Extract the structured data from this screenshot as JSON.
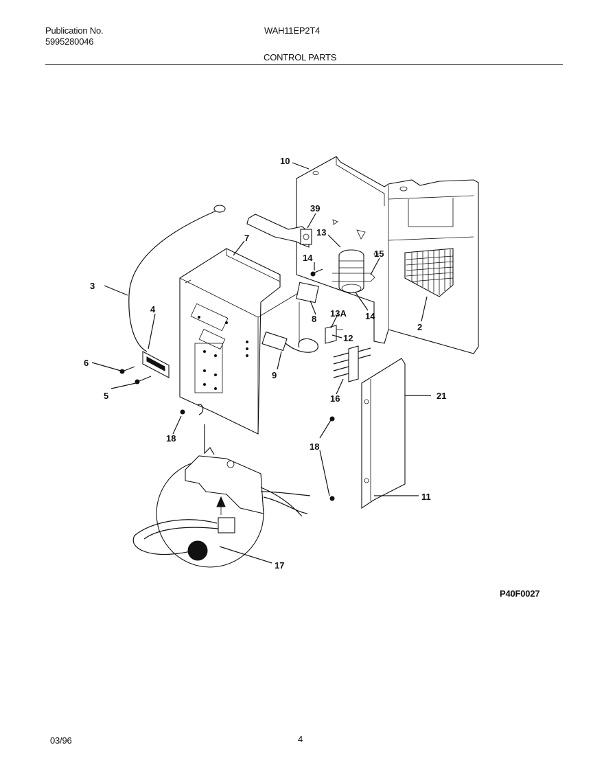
{
  "header": {
    "publication_label": "Publication No.",
    "publication_number": "5995280046",
    "model": "WAH11EP2T4",
    "section_title": "CONTROL PARTS"
  },
  "diagram": {
    "callouts": [
      "10",
      "39",
      "7",
      "13",
      "14",
      "15",
      "3",
      "4",
      "6",
      "5",
      "8",
      "9",
      "13A",
      "12",
      "14",
      "2",
      "16",
      "21",
      "18",
      "18",
      "11",
      "17"
    ],
    "figure_code": "P40F0027"
  },
  "footer": {
    "date": "03/96",
    "page_number": "4"
  }
}
